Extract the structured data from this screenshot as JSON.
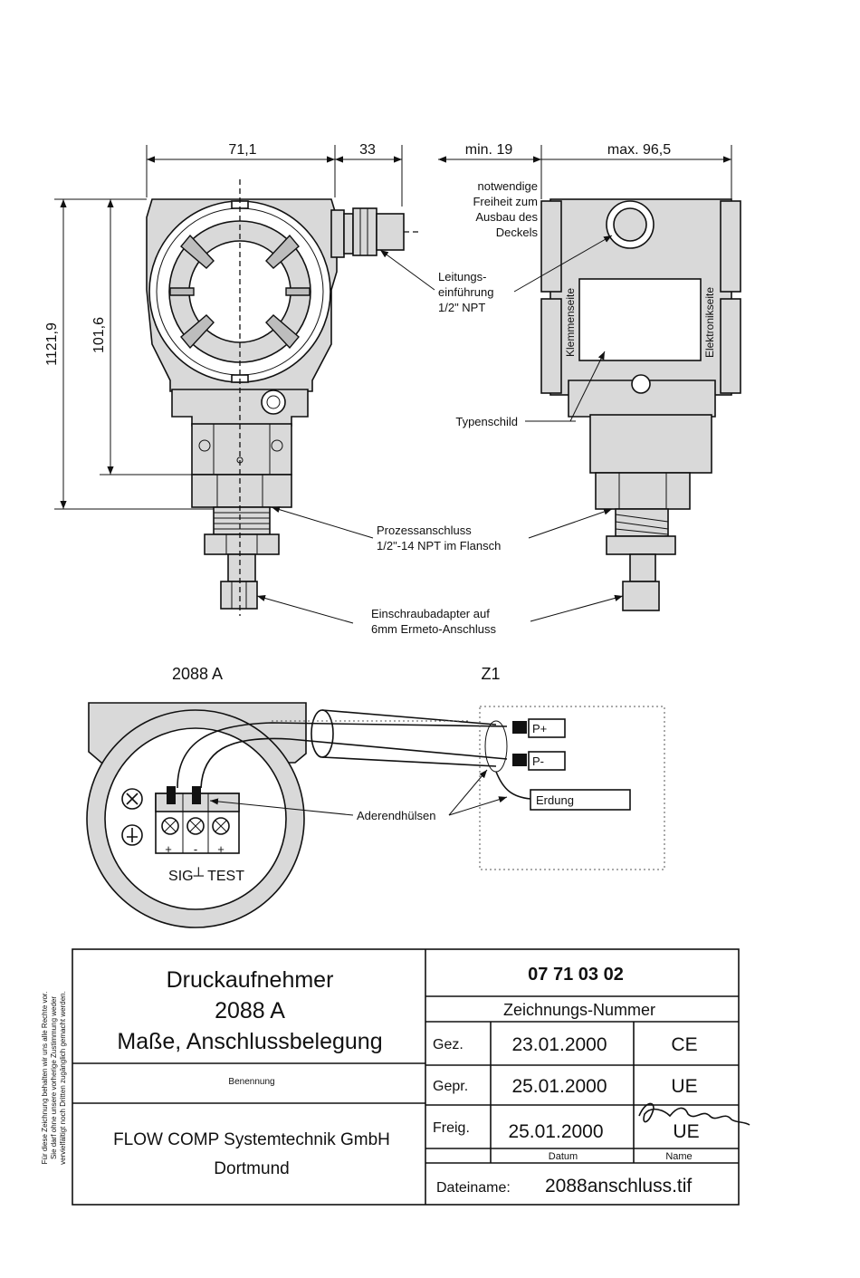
{
  "dimensions": {
    "width_71_1": "71,1",
    "width_33": "33",
    "min_19": "min. 19",
    "max_96_5": "max. 96,5",
    "height_121_9": "1121,9",
    "height_101_6": "101,6"
  },
  "annotations": {
    "notwendige_1": "notwendige",
    "notwendige_2": "Freiheit zum",
    "notwendige_3": "Ausbau des",
    "notwendige_4": "Deckels",
    "leitung_1": "Leitungs-",
    "leitung_2": "einführung",
    "leitung_3": "1/2\" NPT",
    "klemmenseite": "Klemmenseite",
    "elektronikseite": "Elektronikseite",
    "typenschild": "Typenschild",
    "prozess_1": "Prozessanschluss",
    "prozess_2": "1/2\"-14 NPT im Flansch",
    "einschraub_1": "Einschraubadapter auf",
    "einschraub_2": "6mm Ermeto-Anschluss",
    "aderend": "Aderendhülsen"
  },
  "wiring": {
    "label_left": "2088 A",
    "label_right": "Z1",
    "p_plus": "P+",
    "p_minus": "P-",
    "erdung": "Erdung",
    "term_plus": "+",
    "term_minus": "-",
    "term_plus2": "+",
    "sig_test": "SIG┴ TEST"
  },
  "title_block": {
    "side_note_1": "Für diese Zeichnung behalten wir uns alle Rechte vor.",
    "side_note_2": "Sie darf ohne unsere vorherige Zustimmung weder",
    "side_note_3": "vervielfältigt noch Dritten zugänglich gemacht werden.",
    "title_1": "Druckaufnehmer",
    "title_2": "2088 A",
    "title_3": "Maße, Anschlussbelegung",
    "benennung": "Benennung",
    "company_1": "FLOW COMP Systemtechnik GmbH",
    "company_2": "Dortmund",
    "drawing_number": "07 71 03 02",
    "zeichnungs_nummer": "Zeichnungs-Nummer",
    "gez_label": "Gez.",
    "gez_date": "23.01.2000",
    "gez_name": "CE",
    "gepr_label": "Gepr.",
    "gepr_date": "25.01.2000",
    "gepr_name": "UE",
    "freig_label": "Freig.",
    "freig_date": "25.01.2000",
    "freig_name": "UE",
    "datum": "Datum",
    "name": "Name",
    "dateiname_label": "Dateiname:",
    "dateiname_value": "2088anschluss.tif"
  }
}
